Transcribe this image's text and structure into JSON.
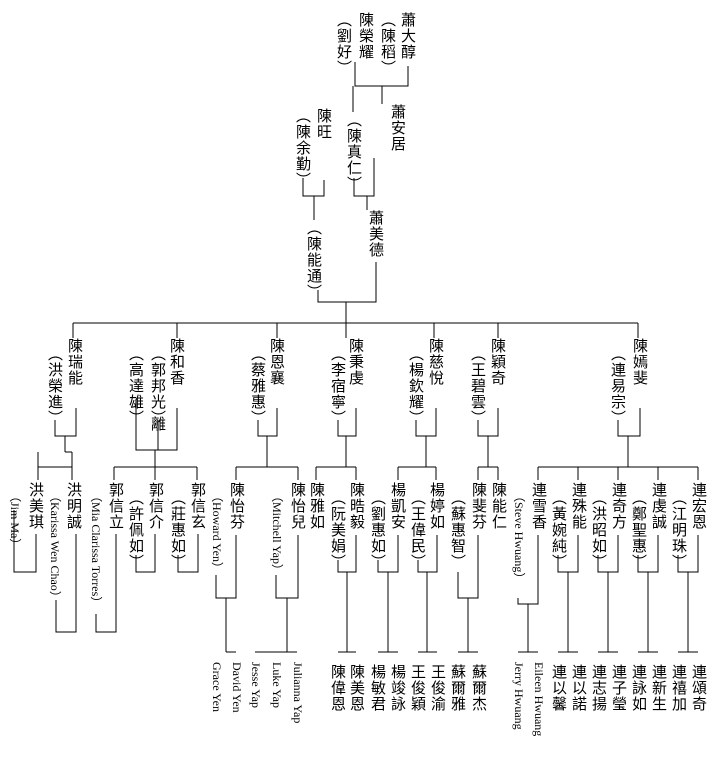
{
  "persons": {
    "xiao_dachun": "蕭大醇",
    "xiao_dachun_spouse": "（陳稻）",
    "chen_rongyao": "陳榮耀",
    "chen_rongyao_spouse": "（劉好）",
    "xiao_anju": "蕭安居",
    "chen_zhenren": "（陳真仁）",
    "chen_wang": "陳旺",
    "chen_wang_spouse": "（陳余勤）",
    "xiao_meide": "蕭美德",
    "chen_nengtong": "（陳能通）",
    "c1": "陳瑞能",
    "c1s": "（洪榮進）",
    "c2": "陳和香",
    "c2s": "（郭邦光）",
    "c2s_note": "離",
    "c2s2": "（高達雄）",
    "c3": "陳恩襄",
    "c3s": "（蔡雅惠）",
    "c4": "陳秉虔",
    "c4s": "（李宿寧）",
    "c5": "陳慈悅",
    "c5s": "（楊欽耀）",
    "c6": "陳穎奇",
    "c6s": "（王碧雲）",
    "c7": "陳嫣斐",
    "c7s": "（連易宗）",
    "g1a": "洪美琪",
    "g1as": "（Jim Ma）",
    "g1b": "洪明誠",
    "g1bs": "（Karissa Wen Chao）",
    "g2a": "郭信立",
    "g2as": "（Mia Clarissa Torres）",
    "g2b": "郭信介",
    "g2bs": "（許佩如）",
    "g2c": "郭信玄",
    "g2cs": "（莊惠如）",
    "g3a": "陳怡芬",
    "g3as": "（Howard Yen）",
    "g3b": "陳怡兒",
    "g3bs": "（Mitchell Yap）",
    "g4a": "陳雅如",
    "g4b": "陳晧毅",
    "g4bs": "（阮美娟）",
    "g5a": "楊凱安",
    "g5as": "（劉惠如）",
    "g5b": "楊婷如",
    "g5bs": "（王偉民）",
    "g6a": "陳斐芬",
    "g6as": "（蘇惠智）",
    "g6b": "陳能仁",
    "g7a": "連雪香",
    "g7as": "（Steve Hwuang）",
    "g7b": "連殊能",
    "g7bs": "（黃婉純）",
    "g7c": "連奇方",
    "g7cs": "（洪昭如）",
    "g7d": "連虔誠",
    "g7ds": "（鄭聖惠）",
    "g7e": "連宏恩",
    "g7es": "（江明珠）",
    "gg3a1": "Grace Yen",
    "gg3a2": "David Yen",
    "gg3b1": "Jesse Yap",
    "gg3b2": "Luke Yap",
    "gg3b3": "Julianna Yap",
    "gg4a": "陳偉恩",
    "gg4b": "陳美恩",
    "gg5a": "楊敏君",
    "gg5b": "楊竣詠",
    "gg5c": "王俊穎",
    "gg5d": "王俊渝",
    "gg6a": "蘇爾雅",
    "gg6b": "蘇爾杰",
    "gg7a1": "Jerry Hwuang",
    "gg7a2": "Eileen Hwuang",
    "gg7b1": "連以馨",
    "gg7b2": "連以諾",
    "gg7c1": "連志揚",
    "gg7c2": "連子瑩",
    "gg7d1": "連詠如",
    "gg7d2": "連新生",
    "gg7e1": "連禧加",
    "gg7e2": "連頌奇"
  }
}
